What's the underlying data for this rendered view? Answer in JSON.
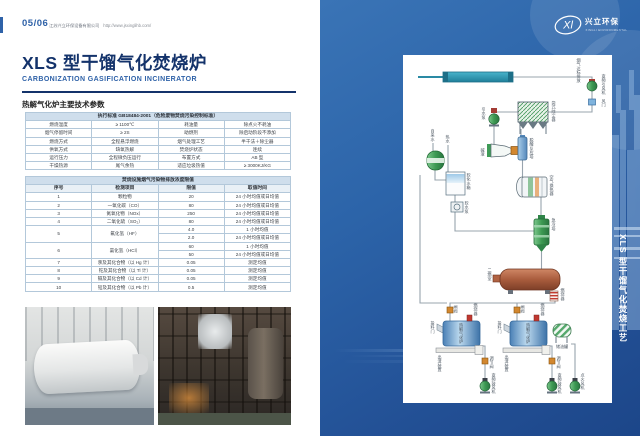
{
  "header": {
    "page_no": "05/06",
    "company": "江苏兴立环保设备有限公司",
    "url": "http://www.jsxinglihb.com/"
  },
  "title": {
    "cn": "XLS 型干馏气化焚烧炉",
    "en": "CARBONIZATION GASIFICATION INCINERATOR"
  },
  "params_section": {
    "heading": "热解气化炉主要技术参数"
  },
  "spec_table": {
    "header": "执行标准 GB18484-2001（危险废物焚烧污染控制标准）",
    "rows": [
      [
        "燃烧温度",
        "≥ 1100℃",
        "耗油量",
        "除点火不耗油"
      ],
      [
        "烟气停留时间",
        "≥ 2S",
        "助燃剂",
        "除启动阶段不添加"
      ],
      [
        "燃烧方式",
        "全程悬浮燃烧",
        "烟气处理工艺",
        "半干法＋除尘器"
      ],
      [
        "供氧方式",
        "缺氧热解",
        "焚烧炉状态",
        "连续"
      ],
      [
        "运行压力",
        "全程微负压运行",
        "布置方式",
        "AB 型"
      ],
      [
        "干燥热源",
        "尾气余热",
        "适应垃圾热值",
        "≥ 3000KJ/KG"
      ]
    ]
  },
  "emission_table": {
    "title": "焚烧设施烟气污染物排放浓度限值",
    "columns": [
      "序号",
      "检测项目",
      "限值",
      "取值时间"
    ],
    "rows": [
      {
        "no": "1",
        "item": "颗粒物",
        "cells": [
          [
            "20",
            "24 小时均值或日均值"
          ]
        ]
      },
      {
        "no": "2",
        "item": "一氧化碳（CO）",
        "cells": [
          [
            "80",
            "24 小时均值或日均值"
          ]
        ]
      },
      {
        "no": "3",
        "item": "氮氧化物（NOx）",
        "cells": [
          [
            "250",
            "24 小时均值或日均值"
          ]
        ]
      },
      {
        "no": "4",
        "item": "二氧化硫（SO₂）",
        "cells": [
          [
            "80",
            "24 小时均值或日均值"
          ]
        ]
      },
      {
        "no": "5",
        "item": "氟化氢（HF）",
        "cells": [
          [
            "4.0",
            "1 小时均值"
          ],
          [
            "2.0",
            "24 小时均值或日均值"
          ]
        ]
      },
      {
        "no": "6",
        "item": "氯化氢（HCl）",
        "cells": [
          [
            "60",
            "1 小时均值"
          ],
          [
            "50",
            "24 小时均值或日均值"
          ]
        ]
      },
      {
        "no": "7",
        "item": "汞及其化合物（以 Hg 计）",
        "cells": [
          [
            "0.05",
            "测定均值"
          ]
        ]
      },
      {
        "no": "8",
        "item": "铊及其化合物（以 Tl 计）",
        "cells": [
          [
            "0.05",
            "测定均值"
          ]
        ]
      },
      {
        "no": "9",
        "item": "镉及其化合物（以 Cd 计）",
        "cells": [
          [
            "0.05",
            "测定均值"
          ]
        ]
      },
      {
        "no": "10",
        "item": "铅及其化合物（以 Pb 计）",
        "cells": [
          [
            "0.5",
            "测定均值"
          ]
        ]
      }
    ]
  },
  "right_panel": {
    "logo_mark": "Xl",
    "logo_name": "兴立环保",
    "logo_sub": "XINGLI ENVIRONMENTAL",
    "vertical_title": "XLS 型干馏气化焚烧工艺",
    "diagram": {
      "flue_note": "烟气达标排放",
      "id_fan": "变频引风机",
      "damper": "风门",
      "bag_filter": "袋式除尘器",
      "water_pump": "引水泵",
      "alkali": "碱液",
      "deacid_tower": "脱酸反应塔",
      "air_heater": "空气换热器",
      "quench_tower": "急冷塔",
      "secondary_chamber": "二燃室",
      "furnace": "热解气化炉",
      "feed_door": "投料门",
      "burner": "燃烧器",
      "gate_valve": "闸阀",
      "slag_discharge": "出渣装置",
      "control_valve": "调节阀",
      "blower": "变频鼓风机",
      "ignition_fan": "点火风机",
      "oil_tank": "储油罐",
      "tap_water": "自来水",
      "hot_water": "热水",
      "soft_water_tank": "软化水箱",
      "soft_water_pump": "软水泵"
    }
  },
  "colors": {
    "accent_navy": "#14336b",
    "accent_blue": "#2f62a8",
    "panel_blue": "#2c64a9",
    "table_header_bg": "#cfdeec",
    "chimney_teal": "#2e93ae"
  }
}
